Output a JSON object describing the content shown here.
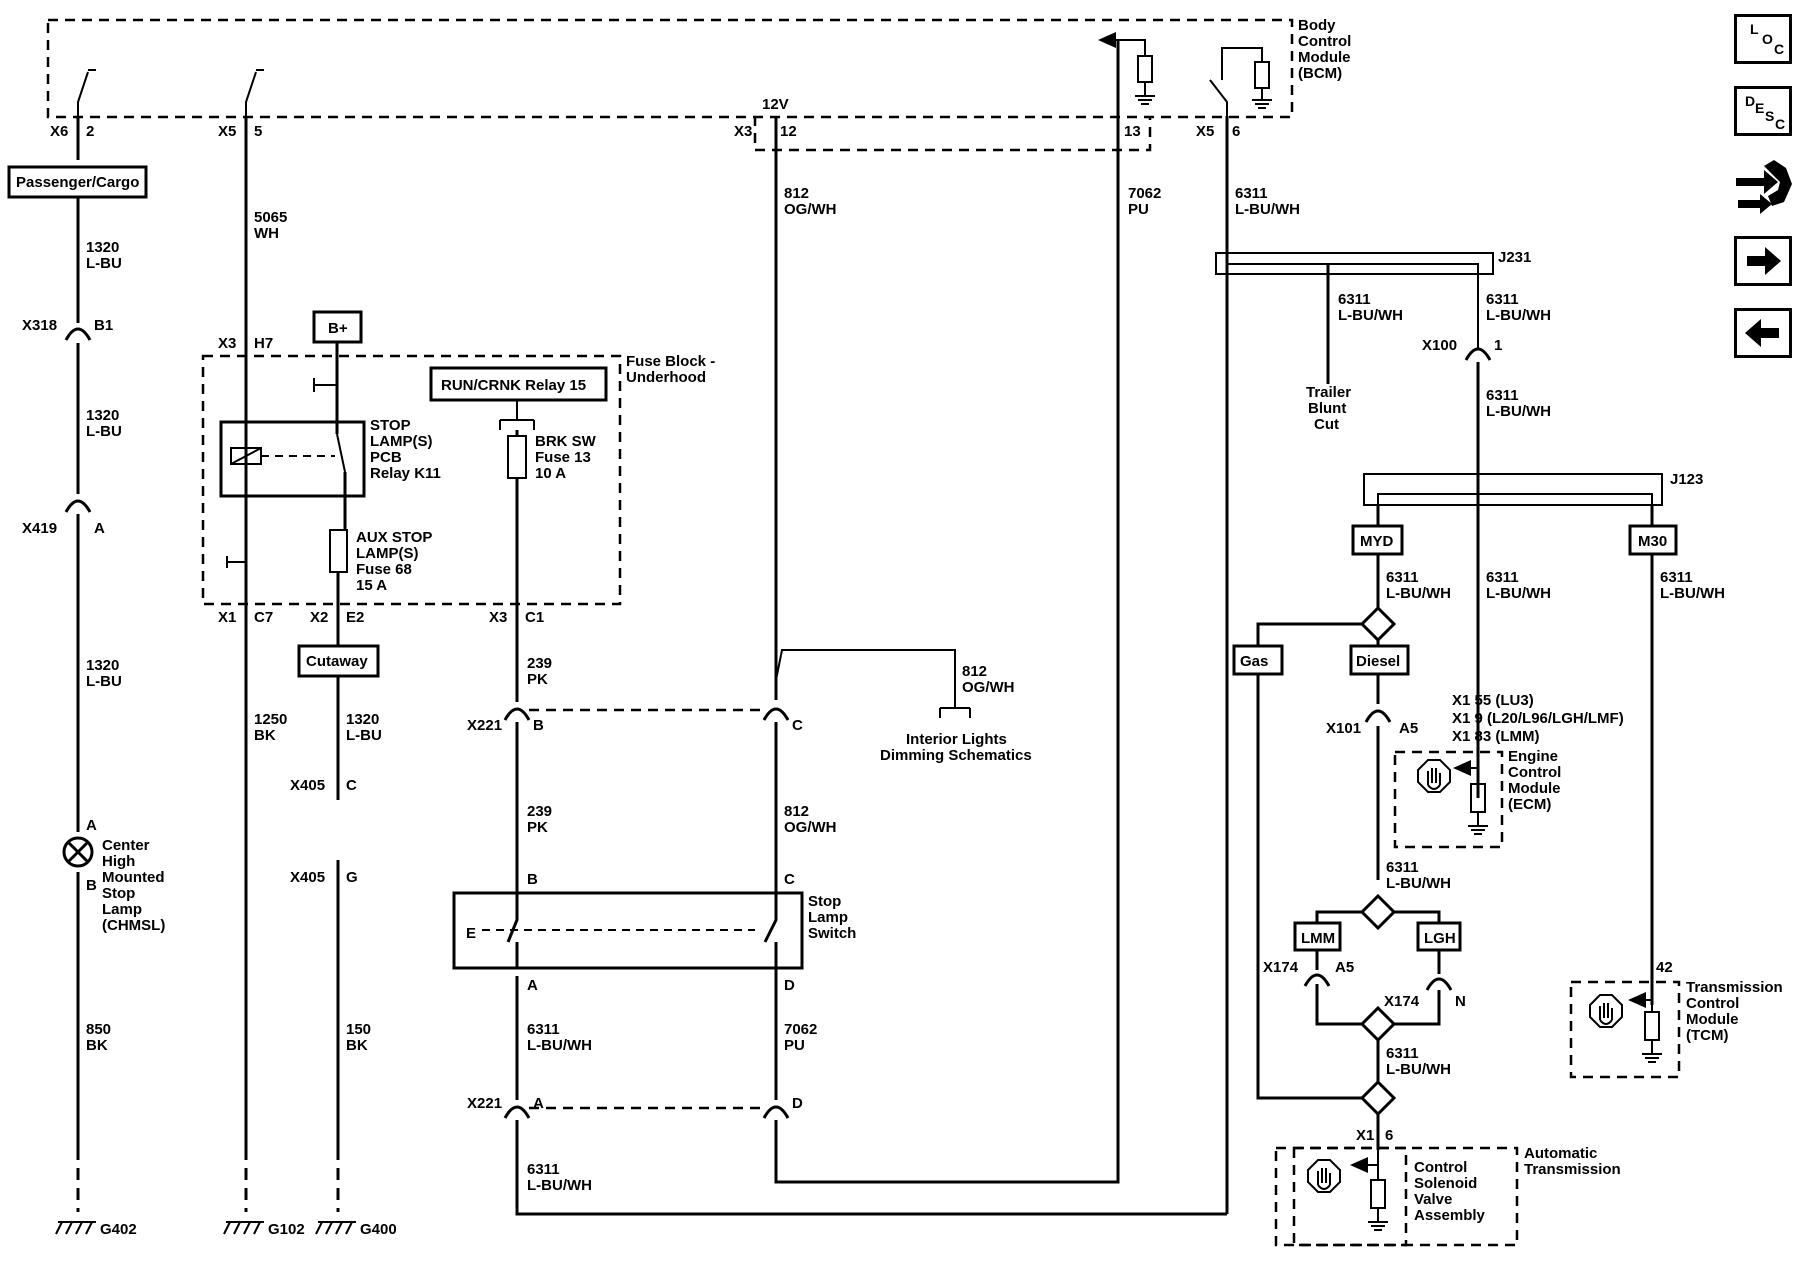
{
  "bcm": {
    "label": [
      "Body",
      "Control",
      "Module",
      "(BCM)"
    ],
    "v12": "12V"
  },
  "bcm_pins": [
    {
      "conn": "X6",
      "pin": "2"
    },
    {
      "conn": "X5",
      "pin": "5"
    },
    {
      "conn": "X3",
      "pin": "12"
    },
    {
      "pin": "13"
    },
    {
      "conn": "X5",
      "pin": "6"
    }
  ],
  "left": {
    "passenger_cargo": "Passenger/Cargo",
    "w1": [
      "1320",
      "L-BU"
    ],
    "x318": "X318",
    "x318_pin": "B1",
    "w2": [
      "1320",
      "L-BU"
    ],
    "x419": "X419",
    "x419_pin": "A",
    "w3": [
      "1320",
      "L-BU"
    ],
    "chmsl_pin_a": "A",
    "chmsl_pin_b": "B",
    "chmsl_label": [
      "Center",
      "High",
      "Mounted",
      "Stop",
      "Lamp",
      "(CHMSL)"
    ],
    "w4": [
      "850",
      "BK"
    ],
    "ground": "G402"
  },
  "col2": {
    "w1": [
      "5065",
      "WH"
    ],
    "x3": "X3",
    "x3_pin": "H7",
    "x1": "X1",
    "x1_pin": "C7",
    "w2": [
      "1250",
      "BK"
    ],
    "ground": "G102"
  },
  "fuse_block": {
    "label": [
      "Fuse Block -",
      "Underhood"
    ],
    "bplus": "B+",
    "relay_label": [
      "STOP",
      "LAMP(S)",
      "PCB",
      "Relay K11"
    ],
    "aux_fuse": [
      "AUX STOP",
      "LAMP(S)",
      "Fuse 68",
      "15 A"
    ],
    "run_relay": "RUN/CRNK Relay 15",
    "brk_fuse": [
      "BRK SW",
      "Fuse 13",
      "10 A"
    ],
    "x2": "X2",
    "x2_pin": "E2",
    "x3": "X3",
    "x3_pin": "C1"
  },
  "col3": {
    "cutaway": "Cutaway",
    "w1": [
      "1320",
      "L-BU"
    ],
    "x405a": "X405",
    "x405a_pin": "C",
    "x405b": "X405",
    "x405b_pin": "G",
    "w2": [
      "150",
      "BK"
    ],
    "ground": "G400"
  },
  "col4": {
    "w1": [
      "239",
      "PK"
    ],
    "x221": "X221",
    "x221_pin": "B",
    "w2": [
      "239",
      "PK"
    ],
    "pin_b": "B",
    "pin_a": "A",
    "w3": [
      "6311",
      "L-BU/WH"
    ],
    "x221b": "X221",
    "x221b_pin": "A",
    "w4": [
      "6311",
      "L-BU/WH"
    ]
  },
  "col5": {
    "w1": [
      "812",
      "OG/WH"
    ],
    "x221_pin": "C",
    "branch": [
      "812",
      "OG/WH"
    ],
    "interior": [
      "Interior Lights",
      "Dimming Schematics"
    ],
    "w2": [
      "812",
      "OG/WH"
    ],
    "pin_c": "C",
    "pin_d": "D",
    "w3": [
      "7062",
      "PU"
    ],
    "x221b_pin": "D"
  },
  "stop_switch": {
    "label": [
      "Stop",
      "Lamp",
      "Switch"
    ],
    "e": "E"
  },
  "col6": {
    "w1": [
      "7062",
      "PU"
    ]
  },
  "right": {
    "w1": [
      "6311",
      "L-BU/WH"
    ],
    "j231": "J231",
    "trailer_wire": [
      "6311",
      "L-BU/WH"
    ],
    "trailer": [
      "Trailer",
      "Blunt",
      "Cut"
    ],
    "w2": [
      "6311",
      "L-BU/WH"
    ],
    "x100": "X100",
    "x100_pin": "1",
    "w3": [
      "6311",
      "L-BU/WH"
    ],
    "j123": "J123",
    "myd": "MYD",
    "m30": "M30",
    "myd_wire": [
      "6311",
      "L-BU/WH"
    ],
    "mid_wire": [
      "6311",
      "L-BU/WH"
    ],
    "m30_wire": [
      "6311",
      "L-BU/WH"
    ],
    "gas": "Gas",
    "diesel": "Diesel",
    "x101": "X101",
    "x101_pin": "A5",
    "ecm_pins": [
      "X1   55 (LU3)",
      "X1   9 (L20/L96/LGH/LMF)",
      "X1   83 (LMM)"
    ],
    "ecm": [
      "Engine",
      "Control",
      "Module",
      "(ECM)"
    ],
    "w4": [
      "6311",
      "L-BU/WH"
    ],
    "lmm": "LMM",
    "lgh": "LGH",
    "x174a": "X174",
    "x174a_pin": "A5",
    "x174b": "X174",
    "x174b_pin": "N",
    "w5": [
      "6311",
      "L-BU/WH"
    ],
    "tcm_pin": "42",
    "tcm": [
      "Transmission",
      "Control",
      "Module",
      "(TCM)"
    ],
    "x1": "X1",
    "x1_pin": "6",
    "auto_trans": [
      "Automatic",
      "Transmission"
    ],
    "solenoid": [
      "Control",
      "Solenoid",
      "Valve",
      "Assembly"
    ]
  },
  "nav": {
    "loc_l": "L",
    "loc_o": "O",
    "loc_c": "C",
    "desc_d": "D",
    "desc_e": "E",
    "desc_s": "S",
    "desc_c": "C"
  }
}
